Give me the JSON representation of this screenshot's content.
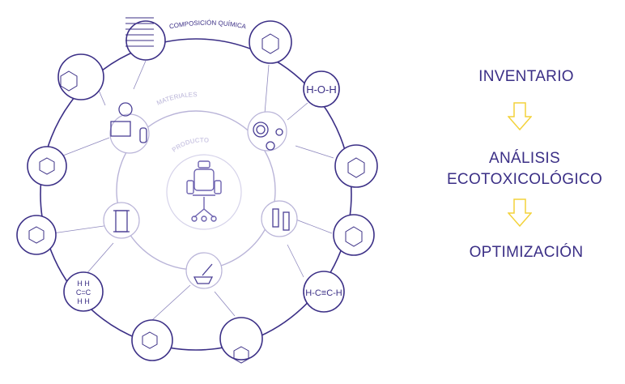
{
  "diagram": {
    "outer_label": "COMPOSICIÓN QUÍMICA",
    "middle_label": "MATERIALES",
    "inner_label": "PRODUCTO",
    "molecules": {
      "water": "H-O-H",
      "acetylene": "H-C≡C-H",
      "ethylene_top": "H  H",
      "ethylene_mid": "C=C",
      "ethylene_bot": "H  H"
    }
  },
  "steps": [
    "INVENTARIO",
    "ANÁLISIS ECOTOXICOLÓGICO",
    "OPTIMIZACIÓN"
  ],
  "colors": {
    "primary": "#3b2f86",
    "light": "#b9b4d8",
    "arrow": "#f3d23a"
  }
}
